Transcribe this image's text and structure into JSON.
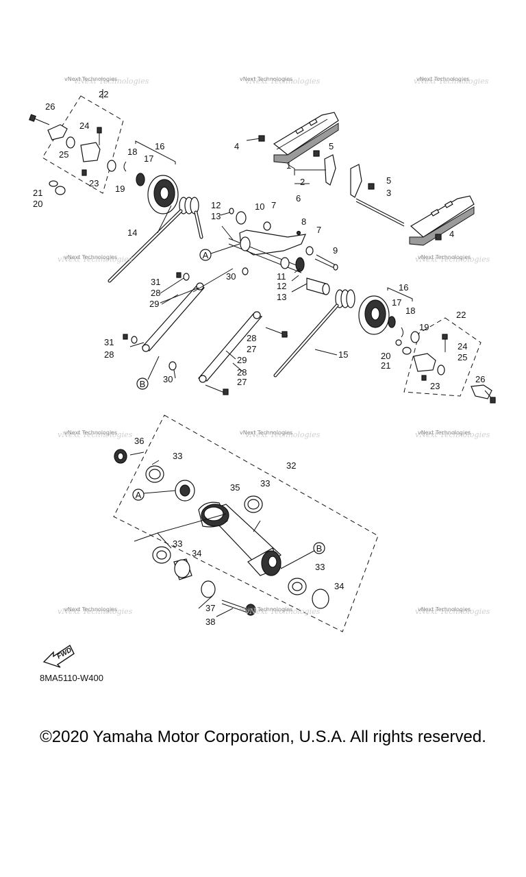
{
  "diagram": {
    "part_numbers": [
      "1",
      "2",
      "3",
      "4",
      "4",
      "5",
      "5",
      "6",
      "7",
      "7",
      "8",
      "9",
      "10",
      "11",
      "12",
      "12",
      "13",
      "13",
      "14",
      "15",
      "16",
      "16",
      "17",
      "17",
      "18",
      "18",
      "19",
      "19",
      "20",
      "20",
      "21",
      "21",
      "22",
      "22",
      "23",
      "23",
      "24",
      "24",
      "25",
      "25",
      "26",
      "26",
      "27",
      "27",
      "28",
      "28",
      "28",
      "28",
      "29",
      "29",
      "30",
      "30",
      "31",
      "31",
      "32",
      "33",
      "33",
      "33",
      "33",
      "34",
      "34",
      "35",
      "36",
      "37",
      "38"
    ],
    "callouts": [
      "A",
      "A",
      "B",
      "B"
    ],
    "watermark_text": "vNext Technologies",
    "fwd_label": "FWD",
    "code": "8MA5110-W400"
  },
  "footer": {
    "copyright": "©2020 Yamaha Motor Corporation, U.S.A. All rights reserved."
  }
}
